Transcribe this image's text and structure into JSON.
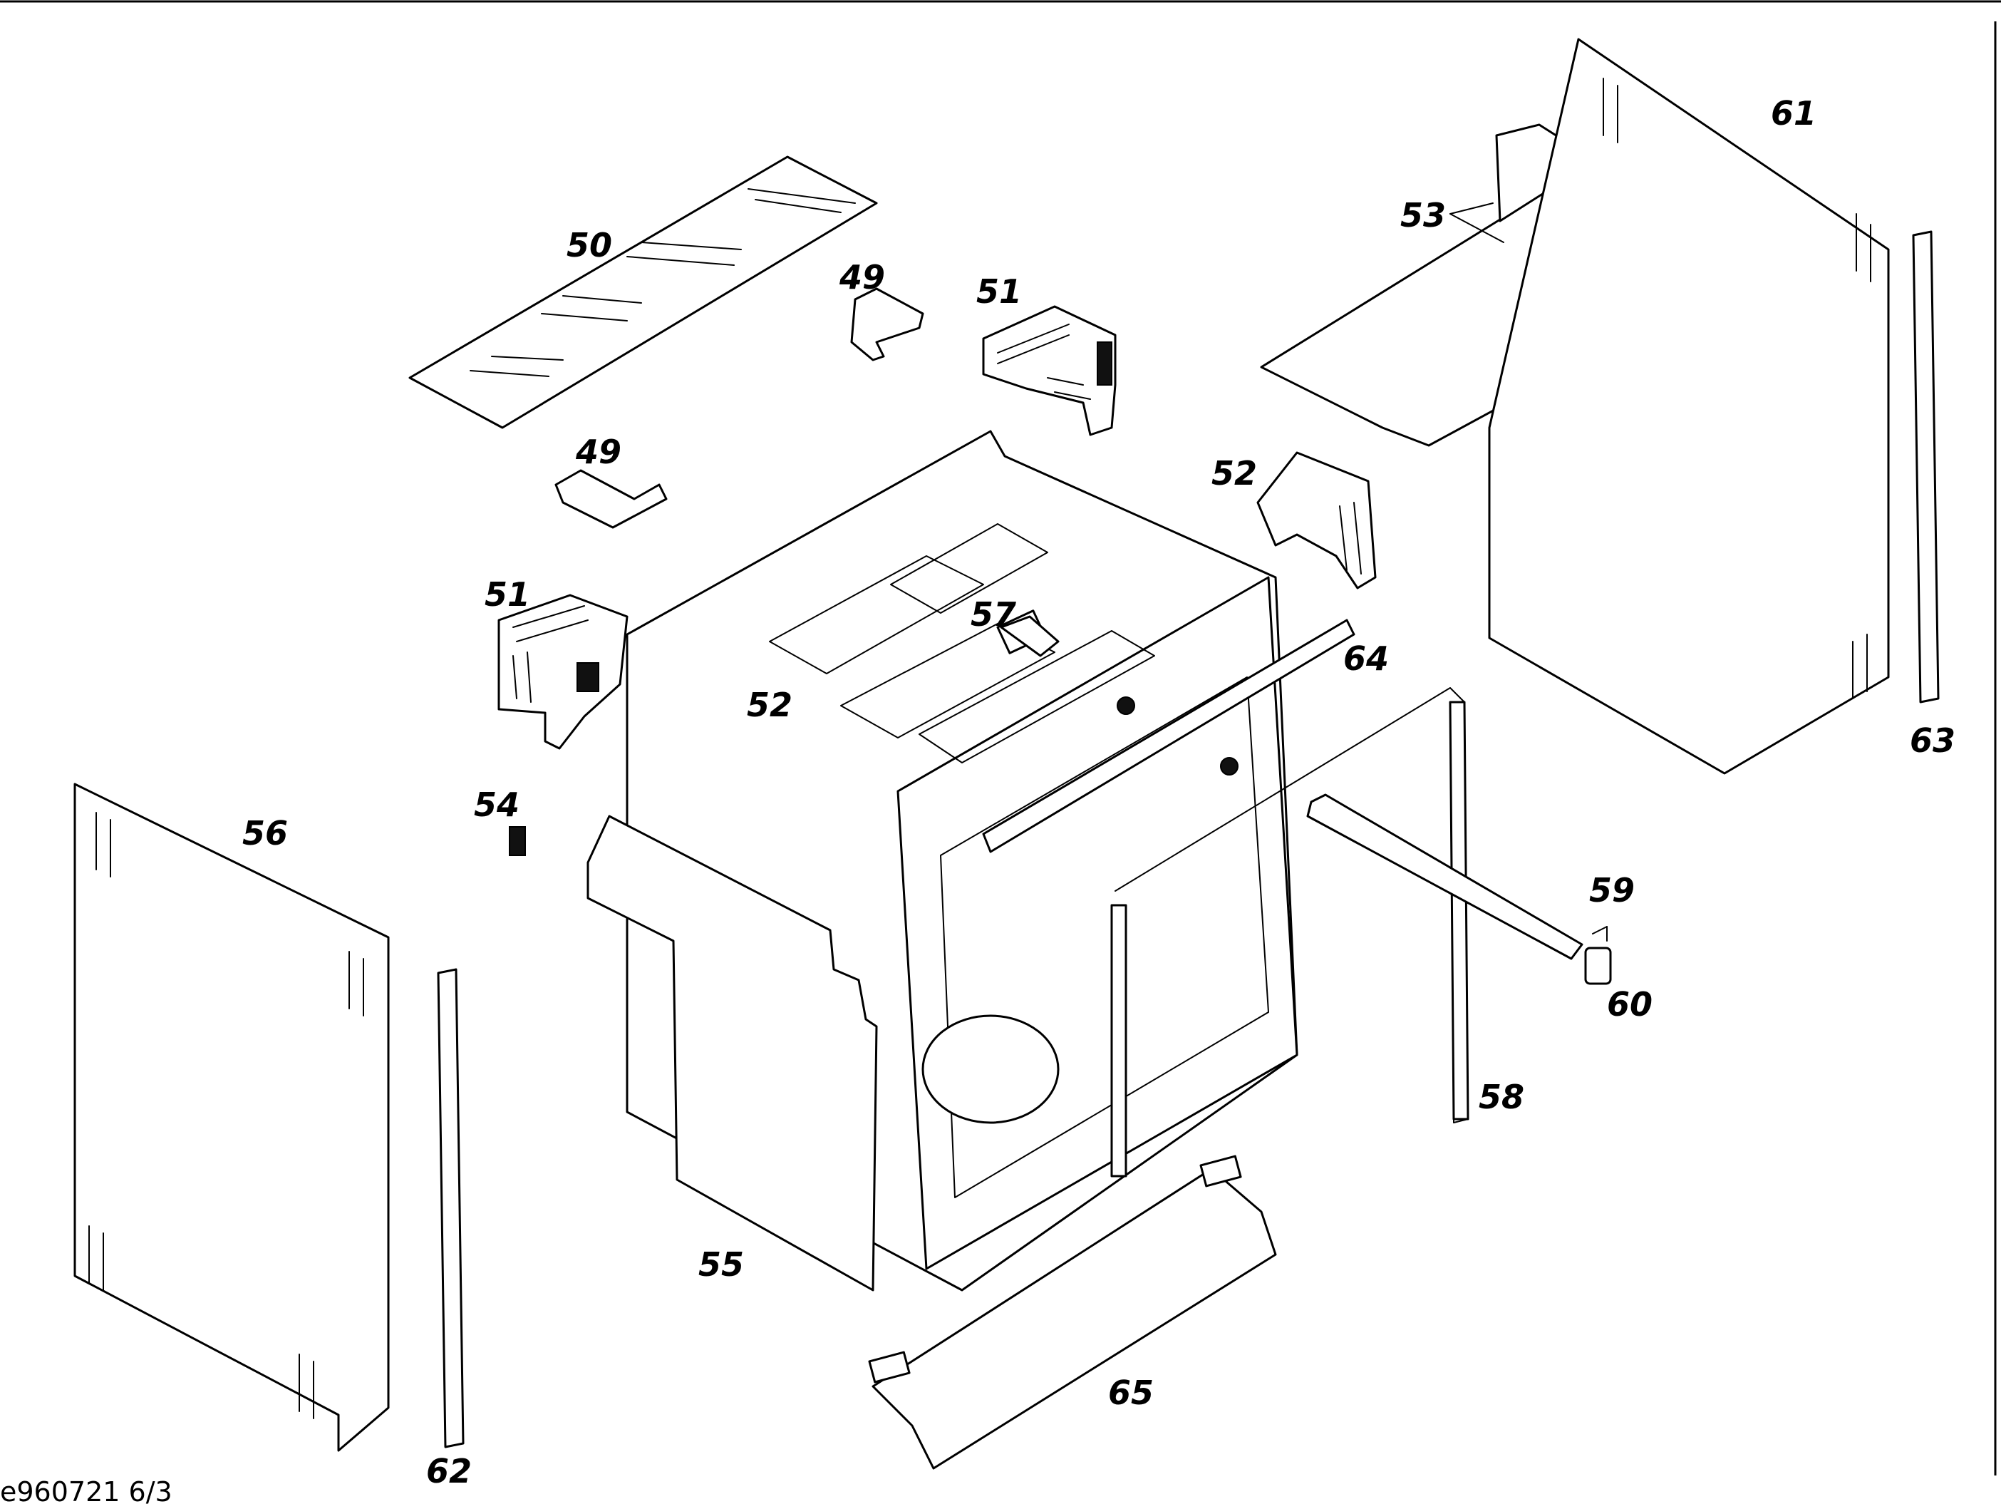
{
  "diagram": {
    "drawing_code": "e960721 6/3",
    "callouts": {
      "p49a": "49",
      "p49b": "49",
      "p50": "50",
      "p51a": "51",
      "p51b": "51",
      "p52a": "52",
      "p52b": "52",
      "p53": "53",
      "p54": "54",
      "p55": "55",
      "p56": "56",
      "p57": "57",
      "p58": "58",
      "p59": "59",
      "p60": "60",
      "p61": "61",
      "p62": "62",
      "p63": "63",
      "p64": "64",
      "p65": "65"
    }
  }
}
